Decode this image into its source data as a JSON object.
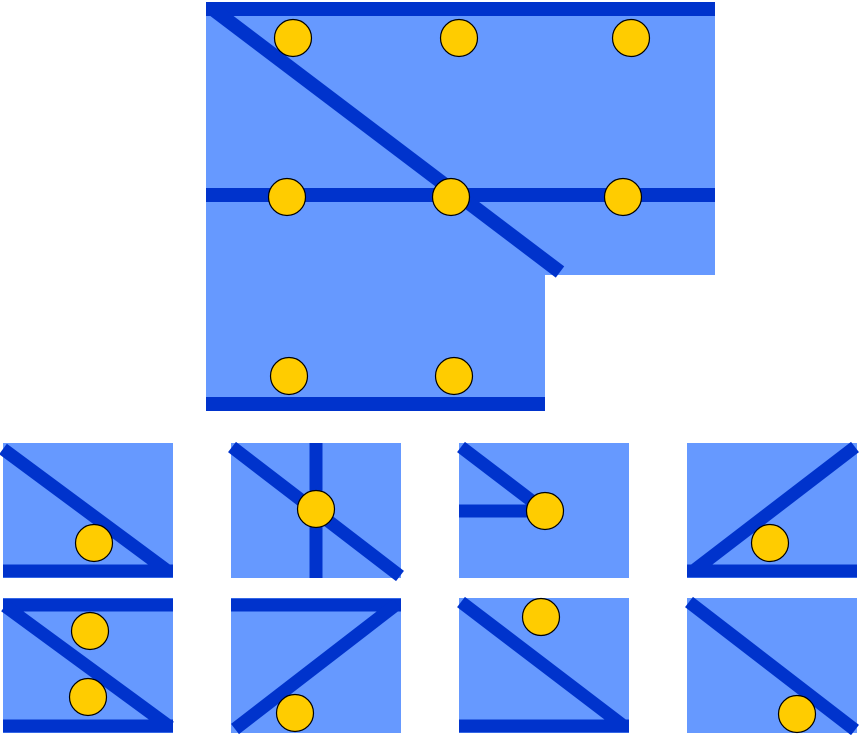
{
  "colors": {
    "panel": "#6699ff",
    "stroke": "#0033cc",
    "token_fill": "#ffcc00",
    "token_outline": "#000000",
    "background": "#ffffff"
  },
  "puzzle": {
    "tokens": [
      "token",
      "token",
      "token",
      "token",
      "token",
      "token",
      "token",
      "token"
    ],
    "answer_tiles": [
      {
        "id": 1,
        "paths": [
          "diag-down",
          "bottom-bar"
        ],
        "tokens": [
          "lower-middle"
        ]
      },
      {
        "id": 2,
        "paths": [
          "diag-down",
          "vertical-bar"
        ],
        "tokens": [
          "center"
        ]
      },
      {
        "id": 3,
        "paths": [
          "half-diag-down",
          "left-bar"
        ],
        "tokens": [
          "center"
        ]
      },
      {
        "id": 4,
        "paths": [
          "diag-up",
          "bottom-bar"
        ],
        "tokens": [
          "lower-middle"
        ]
      },
      {
        "id": 5,
        "paths": [
          "top-bar",
          "diag-down",
          "bottom-bar"
        ],
        "tokens": [
          "upper-middle",
          "lower-middle"
        ]
      },
      {
        "id": 6,
        "paths": [
          "top-bar",
          "diag-up"
        ],
        "tokens": [
          "bottom-middle"
        ]
      },
      {
        "id": 7,
        "paths": [
          "diag-down",
          "bottom-bar"
        ],
        "tokens": [
          "top-middle"
        ]
      },
      {
        "id": 8,
        "paths": [
          "diag-down"
        ],
        "tokens": [
          "bottom-right"
        ]
      }
    ]
  }
}
